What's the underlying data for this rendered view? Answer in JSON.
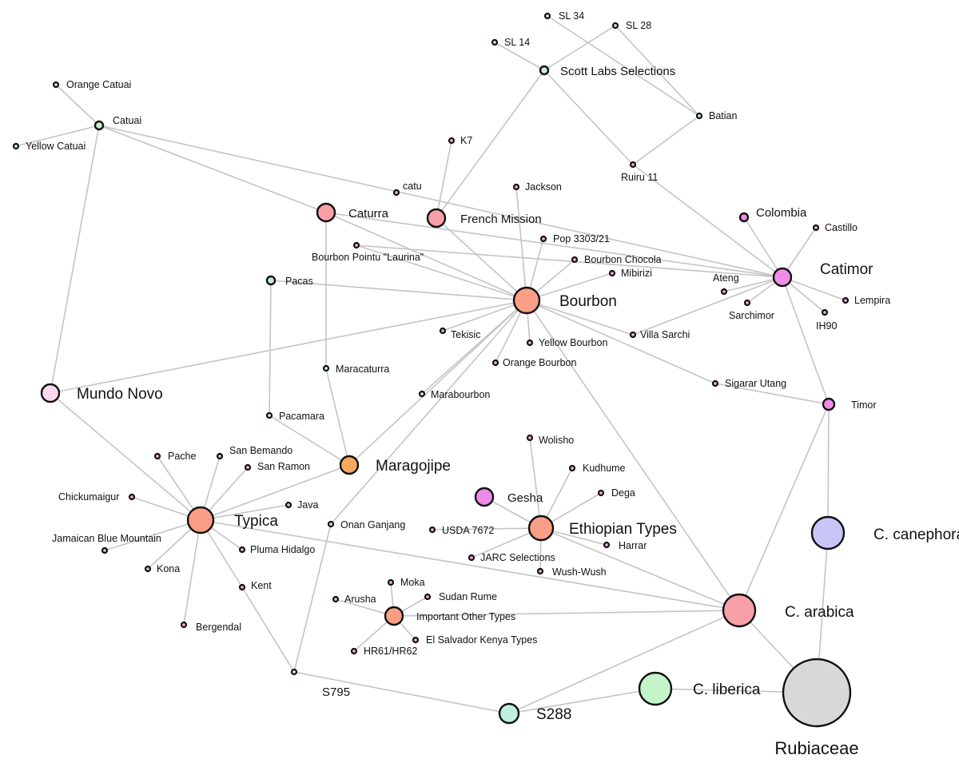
{
  "colors": {
    "salmon": "#fa9e86",
    "pink": "#f7a0a8",
    "orange": "#f5a95c",
    "magenta": "#f08cea",
    "violet": "#ee8ae8",
    "lightpink": "#f9d7ef",
    "mint": "#bdf0de",
    "lightgreen": "#c4f5c8",
    "lavender": "#c9c5f7",
    "gray": "#d8d8d8",
    "small_pink": "#f0a6d8",
    "small_green": "#c7efd6",
    "edge": "#c4c4c4"
  },
  "nodes": [
    {
      "id": "rubiaceae",
      "label": "Rubiaceae",
      "group": "family",
      "color": "gray"
    },
    {
      "id": "c_arabica",
      "label": "C. arabica",
      "group": "species",
      "color": "pink"
    },
    {
      "id": "c_canephora",
      "label": "C. canephora",
      "group": "species",
      "color": "lavender"
    },
    {
      "id": "c_liberica",
      "label": "C. liberica",
      "group": "species",
      "color": "lightgreen"
    },
    {
      "id": "s288",
      "label": "S288",
      "group": "hybrid",
      "color": "mint"
    },
    {
      "id": "s795",
      "label": "S795",
      "group": "variety",
      "color": "small_green"
    },
    {
      "id": "bourbon",
      "label": "Bourbon",
      "group": "major",
      "color": "salmon"
    },
    {
      "id": "typica",
      "label": "Typica",
      "group": "major",
      "color": "salmon"
    },
    {
      "id": "ethiopian",
      "label": "Ethiopian Types",
      "group": "major",
      "color": "salmon"
    },
    {
      "id": "important",
      "label": "Important Other Types",
      "group": "major",
      "color": "salmon"
    },
    {
      "id": "caturra",
      "label": "Caturra",
      "group": "mutation",
      "color": "pink"
    },
    {
      "id": "french_mission",
      "label": "French Mission",
      "group": "mutation",
      "color": "pink"
    },
    {
      "id": "maragojipe",
      "label": "Maragojipe",
      "group": "mutation",
      "color": "orange"
    },
    {
      "id": "gesha",
      "label": "Gesha",
      "group": "mutation",
      "color": "violet"
    },
    {
      "id": "catimor",
      "label": "Catimor",
      "group": "hybrid",
      "color": "magenta"
    },
    {
      "id": "colombia",
      "label": "Colombia",
      "group": "variety",
      "color": "violet"
    },
    {
      "id": "timor",
      "label": "Timor",
      "group": "variety",
      "color": "violet"
    },
    {
      "id": "mundo_novo",
      "label": "Mundo Novo",
      "group": "hybrid",
      "color": "lightpink"
    },
    {
      "id": "scott_labs",
      "label": "Scott Labs Selections",
      "group": "variety",
      "color": "small_green"
    },
    {
      "id": "catuai",
      "label": "Catuai",
      "group": "variety",
      "color": "small_green"
    },
    {
      "id": "pacas",
      "label": "Pacas",
      "group": "variety",
      "color": "small_green"
    },
    {
      "id": "pacamara",
      "label": "Pacamara",
      "group": "variety",
      "color": "small_green"
    },
    {
      "id": "maracaturra",
      "label": "Maracaturra",
      "group": "variety",
      "color": "small_green"
    },
    {
      "id": "marabourbon",
      "label": "Marabourbon",
      "group": "variety",
      "color": "small_green"
    },
    {
      "id": "onan_ganjang",
      "label": "Onan Ganjang",
      "group": "variety",
      "color": "small_green"
    },
    {
      "id": "orange_catuai",
      "label": "Orange Catuai",
      "group": "variety",
      "color": "small_green"
    },
    {
      "id": "yellow_catuai",
      "label": "Yellow Catuai",
      "group": "variety",
      "color": "small_green"
    },
    {
      "id": "catu",
      "label": "catu",
      "group": "variety",
      "color": "small_pink"
    },
    {
      "id": "sl34",
      "label": "SL 34",
      "group": "variety",
      "color": "small_green"
    },
    {
      "id": "sl28",
      "label": "SL 28",
      "group": "variety",
      "color": "small_green"
    },
    {
      "id": "sl14",
      "label": "SL 14",
      "group": "variety",
      "color": "small_green"
    },
    {
      "id": "batian",
      "label": "Batian",
      "group": "variety",
      "color": "small_green"
    },
    {
      "id": "ruiru11",
      "label": "Ruiru 11",
      "group": "variety",
      "color": "small_pink"
    },
    {
      "id": "k7",
      "label": "K7",
      "group": "variety",
      "color": "small_pink"
    },
    {
      "id": "jackson",
      "label": "Jackson",
      "group": "variety",
      "color": "small_pink"
    },
    {
      "id": "pop3303",
      "label": "Pop 3303/21",
      "group": "variety",
      "color": "small_pink"
    },
    {
      "id": "bourbon_pointu",
      "label": "Bourbon Pointu \"Laurina\"",
      "group": "variety",
      "color": "small_pink"
    },
    {
      "id": "bourbon_chocola",
      "label": "Bourbon Chocola",
      "group": "variety",
      "color": "small_pink"
    },
    {
      "id": "mibirizi",
      "label": "Mibirizi",
      "group": "variety",
      "color": "small_pink"
    },
    {
      "id": "tekisic",
      "label": "Tekisic",
      "group": "variety",
      "color": "small_pink"
    },
    {
      "id": "yellow_bourbon",
      "label": "Yellow Bourbon",
      "group": "variety",
      "color": "small_pink"
    },
    {
      "id": "orange_bourbon",
      "label": "Orange Bourbon",
      "group": "variety",
      "color": "small_pink"
    },
    {
      "id": "villa_sarchi",
      "label": "Villa Sarchi",
      "group": "variety",
      "color": "small_pink"
    },
    {
      "id": "sigarar_utang",
      "label": "Sigarar Utang",
      "group": "variety",
      "color": "small_pink"
    },
    {
      "id": "castillo",
      "label": "Castillo",
      "group": "variety",
      "color": "small_pink"
    },
    {
      "id": "ateng",
      "label": "Ateng",
      "group": "variety",
      "color": "small_pink"
    },
    {
      "id": "sarchimor",
      "label": "Sarchimor",
      "group": "variety",
      "color": "small_pink"
    },
    {
      "id": "lempira",
      "label": "Lempira",
      "group": "variety",
      "color": "small_pink"
    },
    {
      "id": "ih90",
      "label": "IH90",
      "group": "variety",
      "color": "small_pink"
    },
    {
      "id": "pache",
      "label": "Pache",
      "group": "variety",
      "color": "small_pink"
    },
    {
      "id": "san_bemando",
      "label": "San Bemando",
      "group": "variety",
      "color": "small_pink"
    },
    {
      "id": "san_ramon",
      "label": "San Ramon",
      "group": "variety",
      "color": "small_pink"
    },
    {
      "id": "chickumaigur",
      "label": "Chickumaigur",
      "group": "variety",
      "color": "small_pink"
    },
    {
      "id": "java",
      "label": "Java",
      "group": "variety",
      "color": "small_pink"
    },
    {
      "id": "jamaican",
      "label": "Jamaican Blue Mountain",
      "group": "variety",
      "color": "small_pink"
    },
    {
      "id": "pluma_hidalgo",
      "label": "Pluma Hidalgo",
      "group": "variety",
      "color": "small_pink"
    },
    {
      "id": "kona",
      "label": "Kona",
      "group": "variety",
      "color": "small_pink"
    },
    {
      "id": "kent",
      "label": "Kent",
      "group": "variety",
      "color": "small_pink"
    },
    {
      "id": "bergendal",
      "label": "Bergendal",
      "group": "variety",
      "color": "small_pink"
    },
    {
      "id": "wolisho",
      "label": "Wolisho",
      "group": "variety",
      "color": "small_pink"
    },
    {
      "id": "kudhume",
      "label": "Kudhume",
      "group": "variety",
      "color": "small_pink"
    },
    {
      "id": "dega",
      "label": "Dega",
      "group": "variety",
      "color": "small_pink"
    },
    {
      "id": "usda7672",
      "label": "USDA 7672",
      "group": "variety",
      "color": "small_pink"
    },
    {
      "id": "harrar",
      "label": "Harrar",
      "group": "variety",
      "color": "small_pink"
    },
    {
      "id": "jarc",
      "label": "JARC Selections",
      "group": "variety",
      "color": "small_pink"
    },
    {
      "id": "wush_wush",
      "label": "Wush-Wush",
      "group": "variety",
      "color": "small_pink"
    },
    {
      "id": "moka",
      "label": "Moka",
      "group": "variety",
      "color": "small_pink"
    },
    {
      "id": "sudan_rume",
      "label": "Sudan Rume",
      "group": "variety",
      "color": "small_pink"
    },
    {
      "id": "arusha",
      "label": "Arusha",
      "group": "variety",
      "color": "small_pink"
    },
    {
      "id": "el_salvador_kenya",
      "label": "El Salvador Kenya Types",
      "group": "variety",
      "color": "small_pink"
    },
    {
      "id": "hr61",
      "label": "HR61/HR62",
      "group": "variety",
      "color": "small_pink"
    }
  ],
  "edges": [
    [
      "rubiaceae",
      "c_arabica"
    ],
    [
      "rubiaceae",
      "c_canephora"
    ],
    [
      "rubiaceae",
      "c_liberica"
    ],
    [
      "c_canephora",
      "timor"
    ],
    [
      "c_liberica",
      "s288"
    ],
    [
      "s288",
      "c_arabica"
    ],
    [
      "s288",
      "s795"
    ],
    [
      "s795",
      "onan_ganjang"
    ],
    [
      "onan_ganjang",
      "bourbon"
    ],
    [
      "c_arabica",
      "bourbon"
    ],
    [
      "c_arabica",
      "typica"
    ],
    [
      "c_arabica",
      "ethiopian"
    ],
    [
      "c_arabica",
      "important"
    ],
    [
      "c_arabica",
      "timor"
    ],
    [
      "timor",
      "catimor"
    ],
    [
      "bourbon",
      "caturra"
    ],
    [
      "bourbon",
      "french_mission"
    ],
    [
      "bourbon",
      "mundo_novo"
    ],
    [
      "bourbon",
      "pacas"
    ],
    [
      "bourbon",
      "maragojipe"
    ],
    [
      "bourbon",
      "marabourbon"
    ],
    [
      "bourbon",
      "jackson"
    ],
    [
      "bourbon",
      "pop3303"
    ],
    [
      "bourbon",
      "bourbon_pointu"
    ],
    [
      "bourbon",
      "bourbon_chocola"
    ],
    [
      "bourbon",
      "mibirizi"
    ],
    [
      "bourbon",
      "tekisic"
    ],
    [
      "bourbon",
      "yellow_bourbon"
    ],
    [
      "bourbon",
      "orange_bourbon"
    ],
    [
      "bourbon",
      "villa_sarchi"
    ],
    [
      "bourbon",
      "sigarar_utang"
    ],
    [
      "sigarar_utang",
      "timor"
    ],
    [
      "caturra",
      "catimor"
    ],
    [
      "caturra",
      "catuai"
    ],
    [
      "caturra",
      "maracaturra"
    ],
    [
      "maracaturra",
      "maragojipe"
    ],
    [
      "catuai",
      "catimor"
    ],
    [
      "catuai",
      "orange_catuai"
    ],
    [
      "catuai",
      "yellow_catuai"
    ],
    [
      "catuai",
      "mundo_novo"
    ],
    [
      "pacas",
      "pacamara"
    ],
    [
      "pacamara",
      "maragojipe"
    ],
    [
      "typica",
      "maragojipe"
    ],
    [
      "typica",
      "mundo_novo"
    ],
    [
      "typica",
      "pache"
    ],
    [
      "typica",
      "san_bemando"
    ],
    [
      "typica",
      "san_ramon"
    ],
    [
      "typica",
      "chickumaigur"
    ],
    [
      "typica",
      "java"
    ],
    [
      "typica",
      "jamaican"
    ],
    [
      "typica",
      "pluma_hidalgo"
    ],
    [
      "typica",
      "kona"
    ],
    [
      "typica",
      "kent"
    ],
    [
      "typica",
      "bergendal"
    ],
    [
      "kent",
      "s795"
    ],
    [
      "french_mission",
      "scott_labs"
    ],
    [
      "french_mission",
      "k7"
    ],
    [
      "scott_labs",
      "sl14"
    ],
    [
      "scott_labs",
      "sl28"
    ],
    [
      "scott_labs",
      "ruiru11"
    ],
    [
      "sl34",
      "batian"
    ],
    [
      "sl28",
      "batian"
    ],
    [
      "ruiru11",
      "batian"
    ],
    [
      "ruiru11",
      "catimor"
    ],
    [
      "catimor",
      "colombia"
    ],
    [
      "catimor",
      "castillo"
    ],
    [
      "catimor",
      "ateng"
    ],
    [
      "catimor",
      "sarchimor"
    ],
    [
      "catimor",
      "lempira"
    ],
    [
      "catimor",
      "ih90"
    ],
    [
      "catimor",
      "villa_sarchi"
    ],
    [
      "catimor",
      "bourbon_pointu"
    ],
    [
      "ethiopian",
      "gesha"
    ],
    [
      "ethiopian",
      "wolisho"
    ],
    [
      "ethiopian",
      "kudhume"
    ],
    [
      "ethiopian",
      "dega"
    ],
    [
      "ethiopian",
      "usda7672"
    ],
    [
      "ethiopian",
      "harrar"
    ],
    [
      "ethiopian",
      "jarc"
    ],
    [
      "ethiopian",
      "wush_wush"
    ],
    [
      "important",
      "moka"
    ],
    [
      "important",
      "sudan_rume"
    ],
    [
      "important",
      "arusha"
    ],
    [
      "important",
      "el_salvador_kenya"
    ],
    [
      "important",
      "hr61"
    ]
  ]
}
